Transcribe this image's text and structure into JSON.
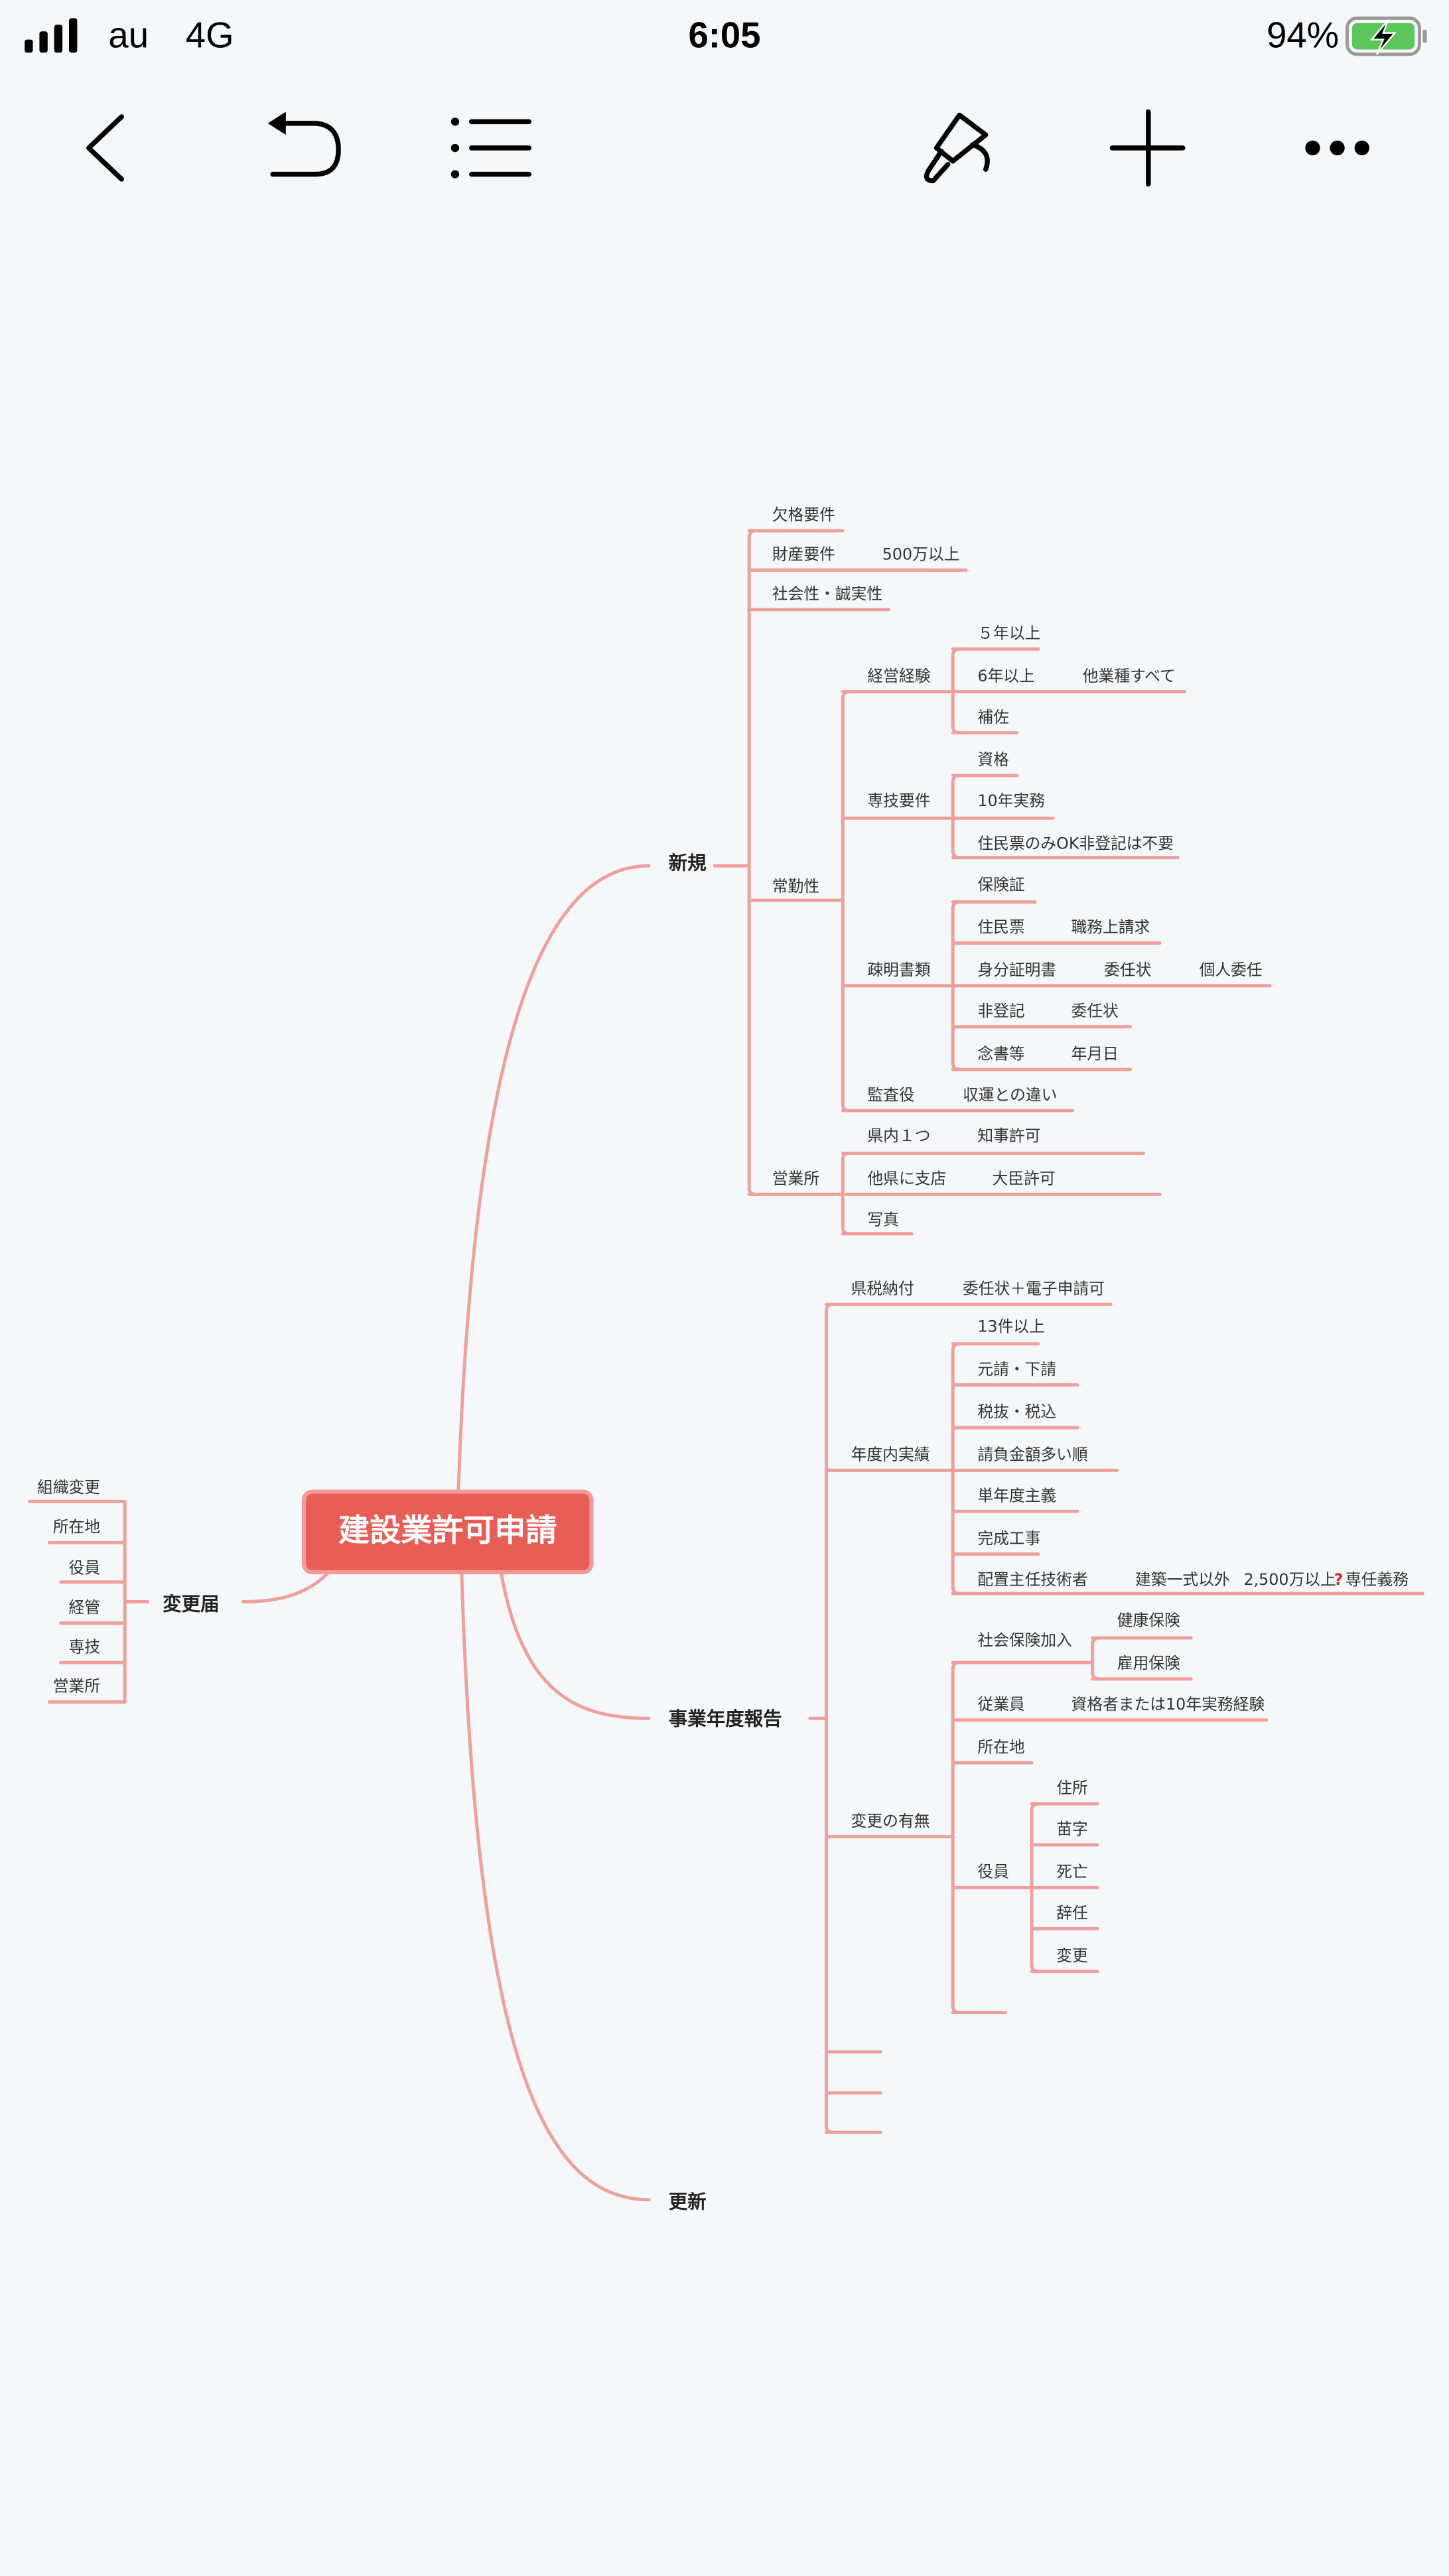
{
  "status": {
    "carrier": "au",
    "network": "4G",
    "time": "6:05",
    "battery": "94%"
  },
  "toolbar": {
    "icons": [
      "back-icon",
      "undo-icon",
      "outline-icon",
      "style-brush-icon",
      "add-icon",
      "more-icon"
    ]
  },
  "colors": {
    "line": "#f0a09c",
    "root_fill": "#e85d56",
    "root_border": "#f19b98",
    "background": "#f5f8fa",
    "question": "#d0302a"
  },
  "mindmap": {
    "root": "建設業許可申請",
    "new": {
      "label": "新規",
      "disqualification": "欠格要件",
      "assets": [
        "財産要件",
        "500万以上"
      ],
      "integrity": "社会性・誠実性",
      "fulltime": {
        "label": "常勤性",
        "mgmt": {
          "label": "経営経験",
          "c": [
            [
              "５年以上"
            ],
            [
              "6年以上",
              "他業種すべて"
            ],
            [
              "補佐"
            ]
          ]
        },
        "tech": {
          "label": "専技要件",
          "c": [
            [
              "資格"
            ],
            [
              "10年実務"
            ],
            [
              "住民票のみOK非登記は不要"
            ]
          ]
        },
        "docs": {
          "label": "疎明書類",
          "c": [
            [
              "保険証"
            ],
            [
              "住民票",
              "職務上請求"
            ],
            [
              "身分証明書",
              "委任状",
              "個人委任"
            ],
            [
              "非登記",
              "委任状"
            ],
            [
              "念書等",
              "年月日"
            ]
          ]
        },
        "auditor": [
          "監査役",
          "収運との違い"
        ]
      },
      "office": {
        "label": "営業所",
        "c": [
          [
            "県内１つ",
            "知事許可"
          ],
          [
            "他県に支店",
            "大臣許可"
          ],
          [
            "写真"
          ]
        ]
      }
    },
    "annual": {
      "label": "事業年度報告",
      "tax": [
        "県税納付",
        "委任状＋電子申請可"
      ],
      "results": {
        "label": "年度内実績",
        "c": [
          [
            "13件以上"
          ],
          [
            "元請・下請"
          ],
          [
            "税抜・税込"
          ],
          [
            "請負金額多い順"
          ],
          [
            "単年度主義"
          ],
          [
            "完成工事"
          ],
          [
            "配置主任技術者",
            "建築一式以外",
            "2,500万以上",
            "?",
            "専任義務"
          ]
        ]
      },
      "changes": {
        "label": "変更の有無",
        "insurance": {
          "label": "社会保険加入",
          "c": [
            "健康保険",
            "雇用保険"
          ]
        },
        "employees": [
          "従業員",
          "資格者または10年実務経験"
        ],
        "location": "所在地",
        "officers": {
          "label": "役員",
          "c": [
            "住所",
            "苗字",
            "死亡",
            "辞任",
            "変更"
          ]
        }
      }
    },
    "renewal": {
      "label": "更新"
    },
    "notice": {
      "label": "変更届",
      "c": [
        "組織変更",
        "所在地",
        "役員",
        "経管",
        "専技",
        "営業所"
      ]
    }
  }
}
